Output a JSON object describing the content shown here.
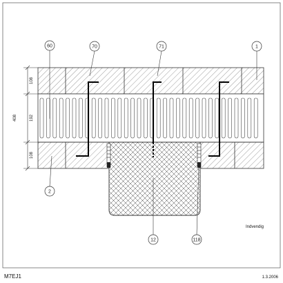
{
  "callouts": {
    "c60": "60",
    "c70": "70",
    "c71": "71",
    "c1": "1",
    "c2": "2",
    "c12": "12",
    "c118": "118"
  },
  "dimensions": {
    "total": "408",
    "top": "108",
    "middle": "192",
    "bottom": "108"
  },
  "side_label": "Indvendig",
  "footer": {
    "code": "M7EJ1",
    "date": "1.3.2006"
  }
}
